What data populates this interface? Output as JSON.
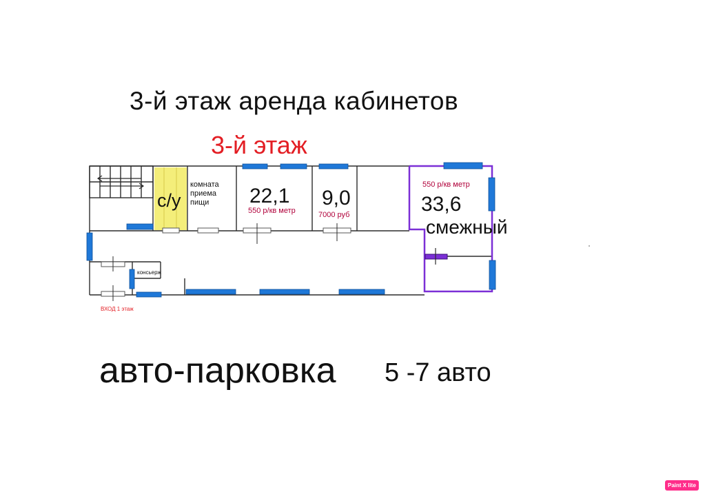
{
  "title": "3-й этаж аренда кабинетов",
  "floor_label": "3-й этаж",
  "rooms": {
    "wc": {
      "label": "с/у"
    },
    "dining": {
      "label_lines": [
        "комната",
        "приема",
        "пищи"
      ]
    },
    "office_1": {
      "area": "22,1",
      "price": "550 р/кв метр"
    },
    "office_2": {
      "area": "9,0",
      "price": "7000 руб"
    },
    "office_3": {
      "area": "33,6",
      "price": "550 р/кв метр",
      "note": "смежный"
    },
    "concierge": {
      "label": "консьерж"
    }
  },
  "entrance_label": "ВХОД 1 этаж",
  "parking": {
    "label": "авто-парковка",
    "count": "5 -7 авто"
  },
  "watermark": "Paint X lite",
  "colors": {
    "wall": "#2b2b2b",
    "window": "#1f78d8",
    "wc_fill": "#f4ee7a",
    "highlight": "#7b2fd6",
    "floor_label": "#e31e24",
    "price_text": "#b0003a",
    "watermark_bg": "#ff2d8a"
  }
}
